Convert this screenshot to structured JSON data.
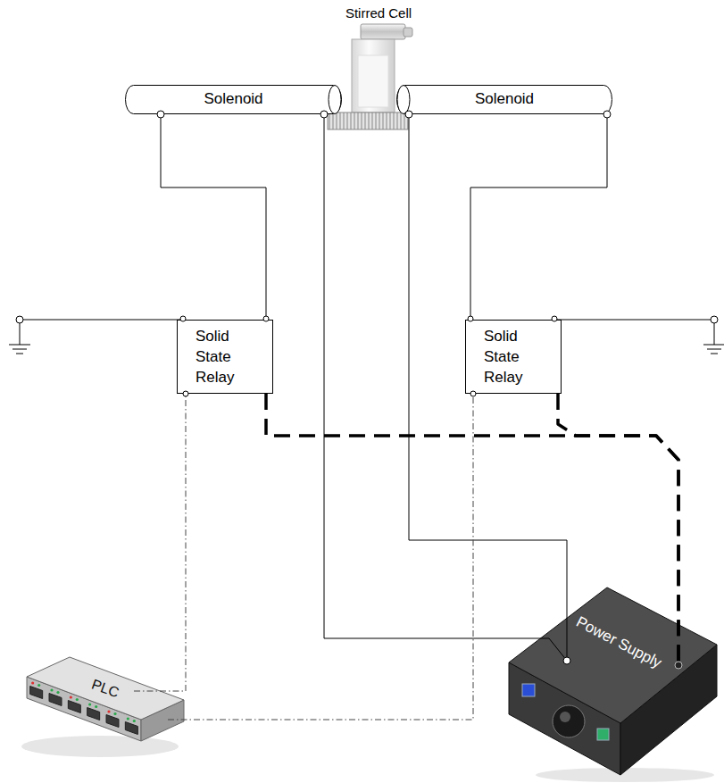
{
  "diagram": {
    "nodes": [
      {
        "text": [
          "Stirred Cell"
        ]
      },
      {
        "text": [
          "Solenoid"
        ]
      },
      {
        "text": [
          "Solenoid"
        ]
      },
      {
        "text": [
          "Solid State Relay"
        ]
      },
      {
        "text": [
          "Solid State Relay"
        ]
      },
      {
        "text": [
          "PLC"
        ]
      },
      {
        "text": [
          "Power Supply"
        ]
      }
    ],
    "edges": [
      {
        "from": 1,
        "to": 3,
        "arrow": "none"
      },
      {
        "from": 2,
        "to": 4,
        "arrow": "none"
      },
      {
        "from": 1,
        "to": 6,
        "arrow": "none"
      },
      {
        "from": 2,
        "to": 6,
        "arrow": "none"
      },
      {
        "from": 5,
        "to": 3,
        "arrow": "none"
      },
      {
        "from": 5,
        "to": 4,
        "arrow": "none"
      },
      {
        "from": 3,
        "to": 6,
        "arrow": "none"
      },
      {
        "from": 4,
        "to": 6,
        "arrow": "none"
      }
    ]
  }
}
